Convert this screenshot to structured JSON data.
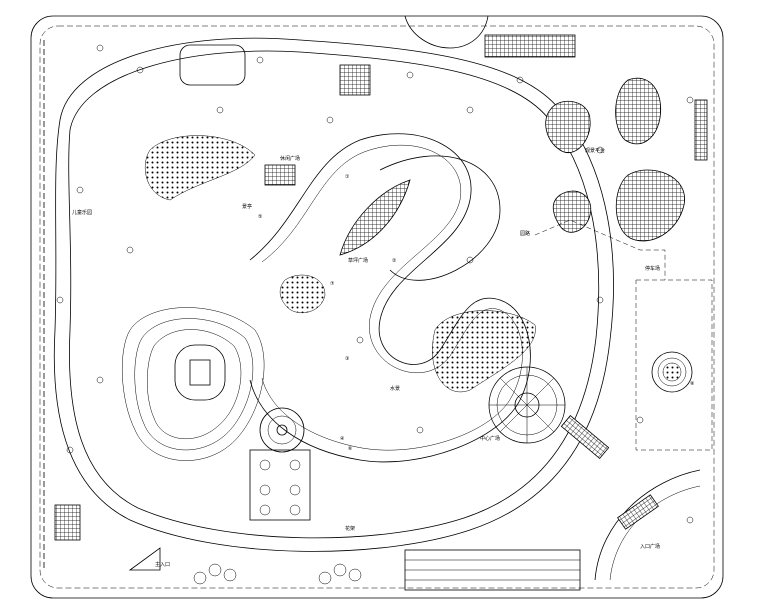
{
  "plan": {
    "labels": [
      {
        "id": "l1",
        "text": "入口广场"
      },
      {
        "id": "l2",
        "text": "儿童乐园"
      },
      {
        "id": "l3",
        "text": "草坪广场"
      },
      {
        "id": "l4",
        "text": "中心广场"
      },
      {
        "id": "l5",
        "text": "观景平台"
      },
      {
        "id": "l6",
        "text": "水景"
      },
      {
        "id": "l7",
        "text": "停车场"
      },
      {
        "id": "l8",
        "text": "主入口"
      },
      {
        "id": "l9",
        "text": "园路"
      },
      {
        "id": "l10",
        "text": "休闲广场"
      },
      {
        "id": "l11",
        "text": "景亭"
      },
      {
        "id": "l12",
        "text": "花架"
      }
    ],
    "numbers": [
      {
        "id": "n1",
        "text": "①"
      },
      {
        "id": "n2",
        "text": "②"
      },
      {
        "id": "n3",
        "text": "③"
      },
      {
        "id": "n4",
        "text": "④"
      },
      {
        "id": "n5",
        "text": "⑤"
      },
      {
        "id": "n6",
        "text": "⑥"
      },
      {
        "id": "n7",
        "text": "⑦"
      },
      {
        "id": "n8",
        "text": "⑧"
      }
    ]
  }
}
